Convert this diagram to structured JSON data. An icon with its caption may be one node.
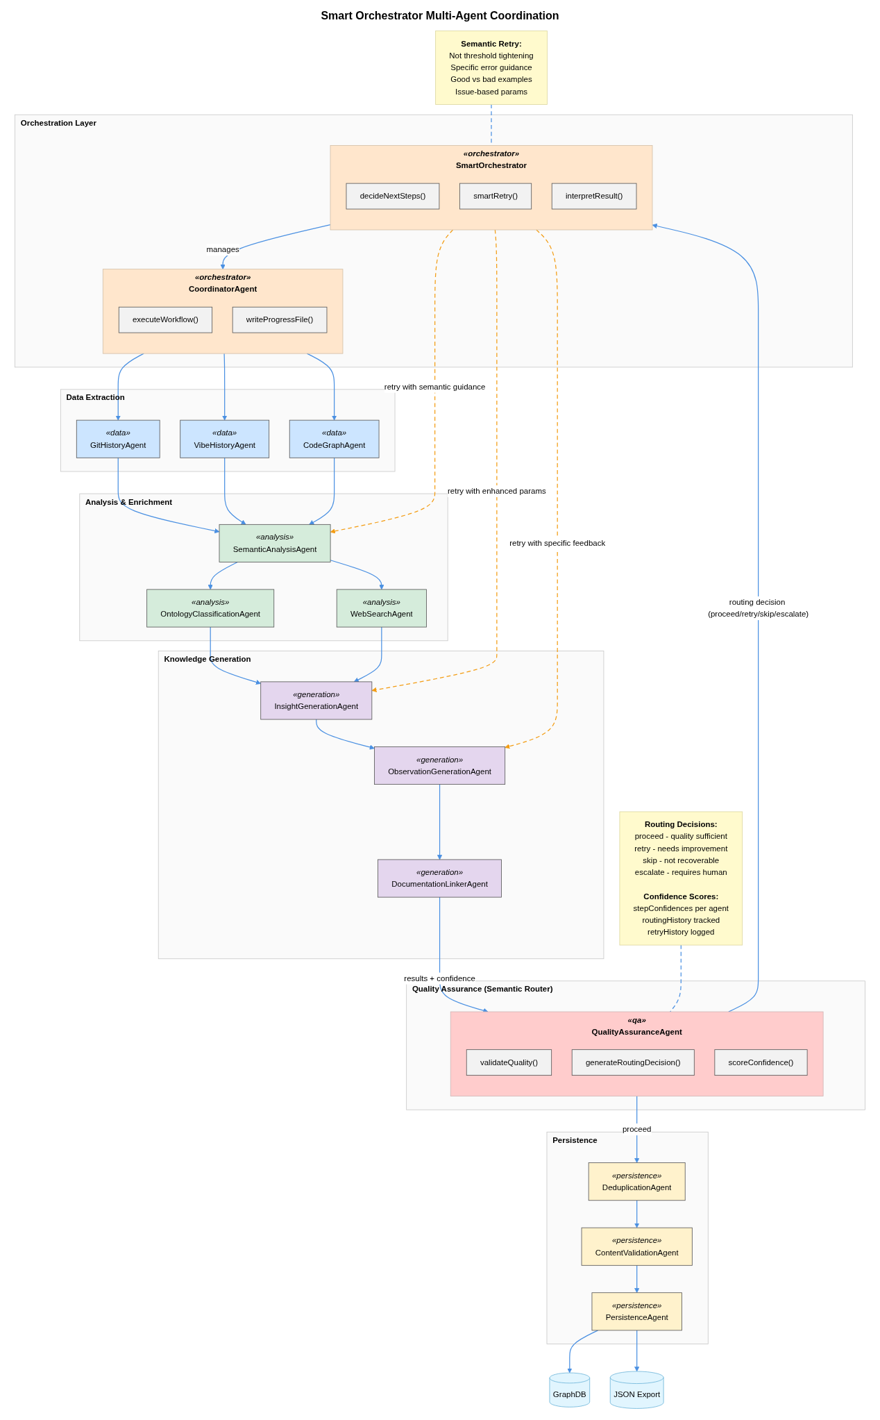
{
  "diagram": {
    "title": "Smart Orchestrator Multi-Agent Coordination",
    "nodes": [
      {
        "text": [
          "Orchestration Layer"
        ]
      },
      {
        "text": [
          "«orchestrator»",
          "SmartOrchestrator"
        ],
        "in": 0
      },
      {
        "text": [
          "decideNextSteps()"
        ],
        "in": 1
      },
      {
        "text": [
          "smartRetry()"
        ],
        "in": 1
      },
      {
        "text": [
          "interpretResult()"
        ],
        "in": 1
      },
      {
        "text": [
          "«orchestrator»",
          "CoordinatorAgent"
        ],
        "in": 0
      },
      {
        "text": [
          "executeWorkflow()"
        ],
        "in": 5
      },
      {
        "text": [
          "writeProgressFile()"
        ],
        "in": 5
      },
      {
        "text": [
          "Semantic Retry:",
          "Not threshold tightening",
          "Specific error guidance",
          "Good vs bad examples",
          "Issue-based params"
        ]
      },
      {
        "text": [
          "Data Extraction"
        ]
      },
      {
        "text": [
          "«data»",
          "GitHistoryAgent"
        ],
        "in": 9
      },
      {
        "text": [
          "«data»",
          "VibeHistoryAgent"
        ],
        "in": 9
      },
      {
        "text": [
          "«data»",
          "CodeGraphAgent"
        ],
        "in": 9
      },
      {
        "text": [
          "Analysis & Enrichment"
        ]
      },
      {
        "text": [
          "«analysis»",
          "SemanticAnalysisAgent"
        ],
        "in": 13
      },
      {
        "text": [
          "«analysis»",
          "OntologyClassificationAgent"
        ],
        "in": 13
      },
      {
        "text": [
          "«analysis»",
          "WebSearchAgent"
        ],
        "in": 13
      },
      {
        "text": [
          "Knowledge Generation"
        ]
      },
      {
        "text": [
          "«generation»",
          "InsightGenerationAgent"
        ],
        "in": 17
      },
      {
        "text": [
          "«generation»",
          "ObservationGenerationAgent"
        ],
        "in": 17
      },
      {
        "text": [
          "«generation»",
          "DocumentationLinkerAgent"
        ],
        "in": 17
      },
      {
        "text": [
          "Quality Assurance (Semantic Router)"
        ]
      },
      {
        "text": [
          "«qa»",
          "QualityAssuranceAgent"
        ],
        "in": 21
      },
      {
        "text": [
          "validateQuality()"
        ],
        "in": 22
      },
      {
        "text": [
          "generateRoutingDecision()"
        ],
        "in": 22
      },
      {
        "text": [
          "scoreConfidence()"
        ],
        "in": 22
      },
      {
        "text": [
          "Routing Decisions:",
          "proceed - quality sufficient",
          "retry - needs improvement",
          "skip - not recoverable",
          "escalate - requires human",
          "Confidence Scores:",
          "stepConfidences per agent",
          "routingHistory tracked",
          "retryHistory logged"
        ]
      },
      {
        "text": [
          "Persistence"
        ]
      },
      {
        "text": [
          "«persistence»",
          "DeduplicationAgent"
        ],
        "in": 27
      },
      {
        "text": [
          "«persistence»",
          "ContentValidationAgent"
        ],
        "in": 27
      },
      {
        "text": [
          "«persistence»",
          "PersistenceAgent"
        ],
        "in": 27
      },
      {
        "text": [
          "GraphDB"
        ]
      },
      {
        "text": [
          "JSON Export"
        ]
      }
    ],
    "edges": [
      {
        "from": 1,
        "to": 5,
        "arrow": "to",
        "label": "manages"
      },
      {
        "from": 8,
        "to": 1,
        "arrow": "none",
        "style": "dashed"
      },
      {
        "from": 5,
        "to": 10,
        "arrow": "to"
      },
      {
        "from": 5,
        "to": 11,
        "arrow": "to"
      },
      {
        "from": 5,
        "to": 12,
        "arrow": "to"
      },
      {
        "from": 1,
        "to": 14,
        "arrow": "to",
        "label": "retry with semantic guidance",
        "style": "dashed",
        "color": "#f39c12"
      },
      {
        "from": 1,
        "to": 18,
        "arrow": "to",
        "label": "retry with enhanced params",
        "style": "dashed",
        "color": "#f39c12"
      },
      {
        "from": 1,
        "to": 19,
        "arrow": "to",
        "label": "retry with specific feedback",
        "style": "dashed",
        "color": "#f39c12"
      },
      {
        "from": 10,
        "to": 14,
        "arrow": "to"
      },
      {
        "from": 11,
        "to": 14,
        "arrow": "to"
      },
      {
        "from": 12,
        "to": 14,
        "arrow": "to"
      },
      {
        "from": 14,
        "to": 15,
        "arrow": "to"
      },
      {
        "from": 14,
        "to": 16,
        "arrow": "to"
      },
      {
        "from": 15,
        "to": 18,
        "arrow": "to"
      },
      {
        "from": 16,
        "to": 18,
        "arrow": "to"
      },
      {
        "from": 18,
        "to": 19,
        "arrow": "to"
      },
      {
        "from": 19,
        "to": 20,
        "arrow": "to"
      },
      {
        "from": 20,
        "to": 22,
        "arrow": "to",
        "label": "results + confidence"
      },
      {
        "from": 22,
        "to": 1,
        "arrow": "to",
        "label": "routing decision (proceed/retry/skip/escalate)"
      },
      {
        "from": 26,
        "to": 22,
        "arrow": "none",
        "style": "dashed"
      },
      {
        "from": 22,
        "to": 28,
        "arrow": "to",
        "label": "proceed"
      },
      {
        "from": 28,
        "to": 29,
        "arrow": "to"
      },
      {
        "from": 29,
        "to": 30,
        "arrow": "to"
      },
      {
        "from": 30,
        "to": 31,
        "arrow": "to"
      },
      {
        "from": 30,
        "to": 32,
        "arrow": "to"
      }
    ]
  }
}
